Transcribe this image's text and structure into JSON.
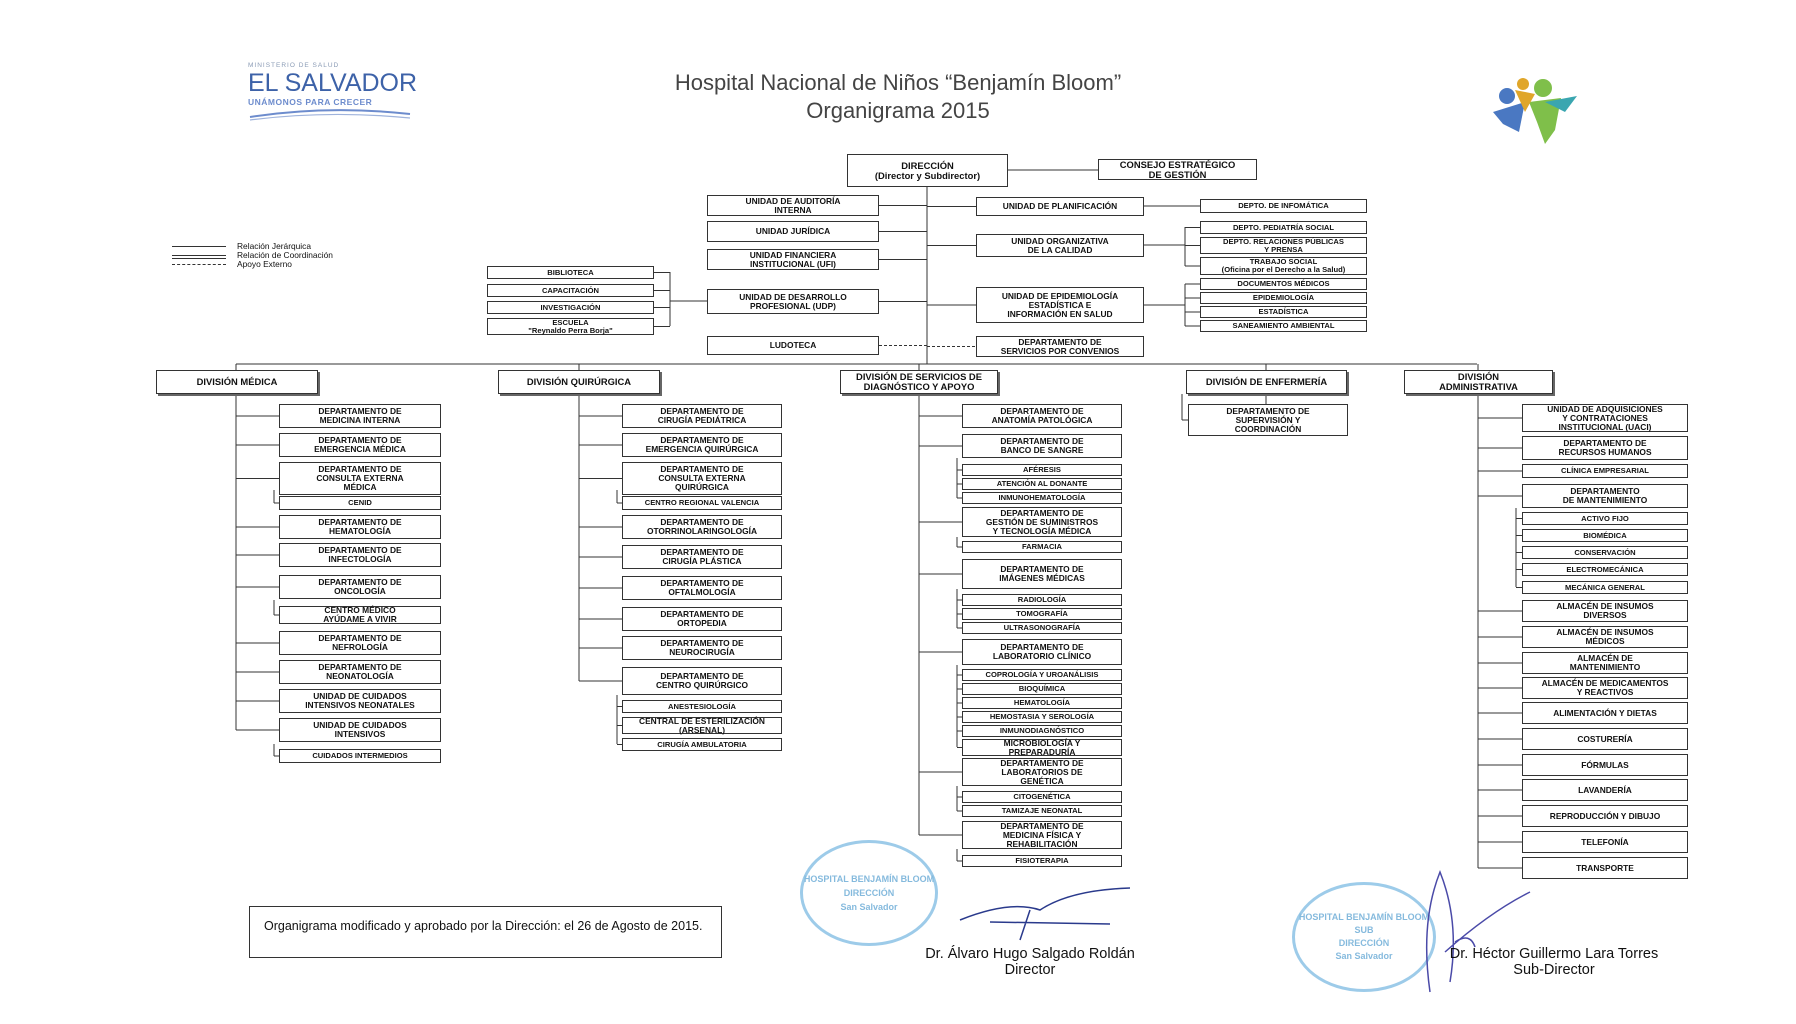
{
  "header": {
    "title_line1": "Hospital Nacional de Niños “Benjamín Bloom”",
    "title_line2": "Organigrama 2015"
  },
  "logo": {
    "ministry": "MINISTERIO DE SALUD",
    "name": "EL SALVADOR",
    "tagline": "UNÁMONOS PARA CRECER",
    "hospital_logo_icon": "children-figures-icon"
  },
  "legend": {
    "items": [
      "Relación Jerárquica",
      "Relación de Coordinación",
      "Apoyo Externo"
    ]
  },
  "top": {
    "direccion": "DIRECCIÓN\n(Director y Subdirector)",
    "consejo": "CONSEJO ESTRATÉGICO\nDE GESTIÓN",
    "left_units": [
      "UNIDAD DE AUDITORÍA\nINTERNA",
      "UNIDAD JURÍDICA",
      "UNIDAD FINANCIERA\nINSTITUCIONAL (UFI)",
      "UNIDAD DE DESARROLLO\nPROFESIONAL (UDP)",
      "LUDOTECA"
    ],
    "udp_children": [
      "BIBLIOTECA",
      "CAPACITACIÓN",
      "INVESTIGACIÓN",
      "ESCUELA\n\"Reynaldo Perra Borja\""
    ],
    "right_units": [
      "UNIDAD DE PLANIFICACIÓN",
      "UNIDAD ORGANIZATIVA\nDE LA CALIDAD",
      "UNIDAD DE EPIDEMIOLOGÍA\nESTADÍSTICA E\nINFORMACIÓN EN SALUD",
      "DEPARTAMENTO DE\nSERVICIOS POR CONVENIOS"
    ],
    "planificacion_children": [
      "DEPTO. DE INFOMÁTICA"
    ],
    "calidad_children": [
      "DEPTO. PEDIATRÍA SOCIAL",
      "DEPTO. RELACIONES PÚBLICAS\nY PRENSA",
      "TRABAJO SOCIAL\n(Oficina por el Derecho a la Salud)"
    ],
    "epidemiologia_children": [
      "DOCUMENTOS MÉDICOS",
      "EPIDEMIOLOGÍA",
      "ESTADÍSTICA",
      "SANEAMIENTO AMBIENTAL"
    ]
  },
  "divisions": {
    "medica": {
      "label": "DIVISIÓN MÉDICA",
      "items": [
        "DEPARTAMENTO DE\nMEDICINA INTERNA",
        "DEPARTAMENTO DE\nEMERGENCIA MÉDICA",
        "DEPARTAMENTO DE\nCONSULTA EXTERNA\nMÉDICA",
        "CENID",
        "DEPARTAMENTO DE\nHEMATOLOGÍA",
        "DEPARTAMENTO DE\nINFECTOLOGÍA",
        "DEPARTAMENTO DE\nONCOLOGÍA",
        "CENTRO MÉDICO\nAYÚDAME A VIVIR",
        "DEPARTAMENTO DE\nNEFROLOGÍA",
        "DEPARTAMENTO DE\nNEONATOLOGÍA",
        "UNIDAD DE CUIDADOS\nINTENSIVOS NEONATALES",
        "UNIDAD DE CUIDADOS\nINTENSIVOS",
        "CUIDADOS INTERMEDIOS"
      ]
    },
    "quirurgica": {
      "label": "DIVISIÓN QUIRÚRGICA",
      "items": [
        "DEPARTAMENTO DE\nCIRUGÍA PEDIÁTRICA",
        "DEPARTAMENTO DE\nEMERGENCIA QUIRÚRGICA",
        "DEPARTAMENTO DE\nCONSULTA EXTERNA\nQUIRÚRGICA",
        "CENTRO REGIONAL VALENCIA",
        "DEPARTAMENTO DE\nOTORRINOLARINGOLOGÍA",
        "DEPARTAMENTO DE\nCIRUGÍA PLÁSTICA",
        "DEPARTAMENTO DE\nOFTALMOLOGÍA",
        "DEPARTAMENTO DE\nORTOPEDIA",
        "DEPARTAMENTO DE\nNEUROCIRUGÍA",
        "DEPARTAMENTO DE\nCENTRO QUIRÚRGICO",
        "ANESTESIOLOGÍA",
        "CENTRAL DE ESTERILIZACIÓN\n(ARSENAL)",
        "CIRUGÍA AMBULATORIA"
      ]
    },
    "diagnostico": {
      "label": "DIVISIÓN DE SERVICIOS DE\nDIAGNÓSTICO Y APOYO",
      "items": [
        "DEPARTAMENTO DE\nANATOMÍA PATOLÓGICA",
        "DEPARTAMENTO DE\nBANCO DE SANGRE",
        "AFÉRESIS",
        "ATENCIÓN AL DONANTE",
        "INMUNOHEMATOLOGÍA",
        "DEPARTAMENTO DE\nGESTIÓN DE SUMINISTROS\nY TECNOLOGÍA MÉDICA",
        "FARMACIA",
        "DEPARTAMENTO DE\nIMÁGENES MÉDICAS",
        "RADIOLOGÍA",
        "TOMOGRAFÍA",
        "ULTRASONOGRAFÍA",
        "DEPARTAMENTO DE\nLABORATORIO CLÍNICO",
        "COPROLOGÍA Y UROANÁLISIS",
        "BIOQUÍMICA",
        "HEMATOLOGÍA",
        "HEMOSTASIA Y SEROLOGÍA",
        "INMUNODIAGNÓSTICO",
        "MICROBIOLOGÍA Y\nPREPARADURÍA",
        "DEPARTAMENTO DE\nLABORATORIOS DE\nGENÉTICA",
        "CITOGENÉTICA",
        "TAMIZAJE NEONATAL",
        "DEPARTAMENTO DE\nMEDICINA FÍSICA Y\nREHABILITACIÓN",
        "FISIOTERAPIA"
      ]
    },
    "enfermeria": {
      "label": "DIVISIÓN DE ENFERMERÍA",
      "items": [
        "DEPARTAMENTO DE\nSUPERVISIÓN Y\nCOORDINACIÓN"
      ]
    },
    "administrativa": {
      "label": "DIVISIÓN\nADMINISTRATIVA",
      "items": [
        "UNIDAD DE ADQUISICIONES\nY CONTRATACIONES\nINSTITUCIONAL (UACI)",
        "DEPARTAMENTO DE\nRECURSOS HUMANOS",
        "CLÍNICA EMPRESARIAL",
        "DEPARTAMENTO\nDE MANTENIMIENTO",
        "ACTIVO FIJO",
        "BIOMÉDICA",
        "CONSERVACIÓN",
        "ELECTROMECÁNICA",
        "MECÁNICA GENERAL",
        "ALMACÉN DE INSUMOS\nDIVERSOS",
        "ALMACÉN DE INSUMOS\nMÉDICOS",
        "ALMACÉN DE\nMANTENIMIENTO",
        "ALMACÉN DE MEDICAMENTOS\nY REACTIVOS",
        "ALIMENTACIÓN Y DIETAS",
        "COSTURERÍA",
        "FÓRMULAS",
        "LAVANDERÍA",
        "REPRODUCCIÓN Y DIBUJO",
        "TELEFONÍA",
        "TRANSPORTE"
      ]
    }
  },
  "note": "Organigrama modificado y aprobado por la Dirección: el 26 de Agosto de 2015.",
  "signatures": {
    "director_name": "Dr. Álvaro Hugo Salgado Roldán",
    "director_title": "Director",
    "subdirector_name": "Dr. Héctor Guillermo Lara Torres",
    "subdirector_title": "Sub-Director"
  },
  "stamps": {
    "director_stamp": "HOSPITAL BENJAMÍN BLOOM\nDIRECCIÓN\nSan Salvador",
    "subdirector_stamp": "HOSPITAL BENJAMÍN BLOOM\nSUB\nDIRECCIÓN\nSan Salvador"
  }
}
